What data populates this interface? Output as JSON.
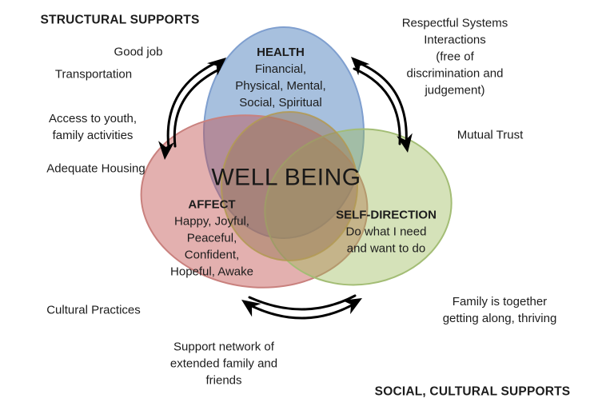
{
  "diagram": {
    "center_title": "WELL BEING",
    "headings": {
      "structural": "STRUCTURAL SUPPORTS",
      "social": "SOCIAL, CULTURAL SUPPORTS"
    },
    "circles": {
      "health": {
        "title": "HEALTH",
        "lines": [
          "Financial,",
          "Physical, Mental,",
          "Social, Spiritual"
        ],
        "fill": "#4f81bd"
      },
      "affect": {
        "title": "AFFECT",
        "lines": [
          "Happy, Joyful,",
          "Peaceful,",
          "Confident,",
          "Hopeful, Awake"
        ],
        "fill": "#c0504d"
      },
      "self_direction": {
        "title": "SELF-DIRECTION",
        "lines": [
          "Do what I need",
          "and want to do"
        ],
        "fill": "#9bbb59"
      },
      "center_overlap": {
        "fill": "#9c7a5a"
      }
    },
    "external_labels": {
      "good_job": "Good job",
      "transportation": "Transportation",
      "access_youth": [
        "Access to youth,",
        "family activities"
      ],
      "adequate_housing": "Adequate Housing",
      "cultural_practices": "Cultural Practices",
      "support_network": [
        "Support network of",
        "extended family and",
        "friends"
      ],
      "respectful_systems": [
        "Respectful Systems",
        "Interactions",
        "(free of",
        "discrimination and",
        "judgement)"
      ],
      "mutual_trust": "Mutual Trust",
      "family_together": [
        "Family is together",
        "getting along, thriving"
      ]
    },
    "icons": {
      "top_left": "curved-double-arrow-icon",
      "top_right": "curved-double-arrow-icon",
      "bottom": "curved-double-arrow-icon"
    },
    "colors": {
      "arrow": "#000000",
      "text": "#1c1c1c",
      "background": "#ffffff"
    }
  }
}
